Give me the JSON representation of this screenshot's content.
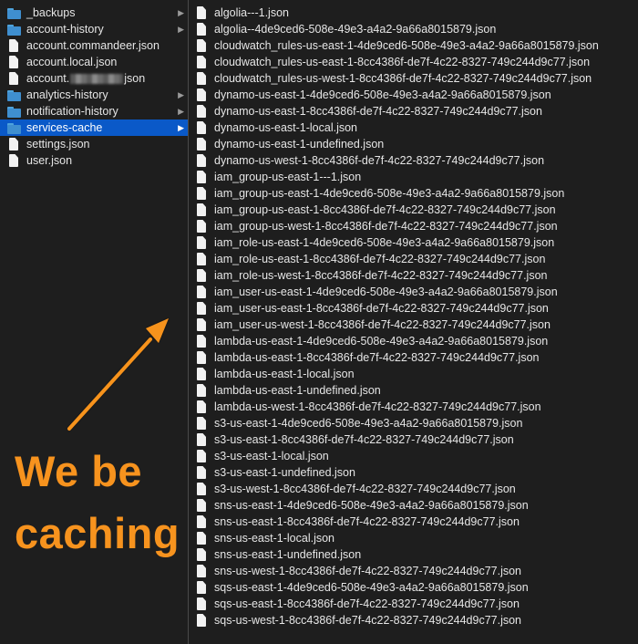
{
  "left_column": [
    {
      "label": "_backups",
      "kind": "folder",
      "chevron": true
    },
    {
      "label": "account-history",
      "kind": "folder",
      "chevron": true
    },
    {
      "label": "account.commandeer.json",
      "kind": "file"
    },
    {
      "label": "account.local.json",
      "kind": "file"
    },
    {
      "label_prefix": "account.",
      "label_suffix": "json",
      "kind": "file",
      "redacted": true
    },
    {
      "label": "analytics-history",
      "kind": "folder",
      "chevron": true
    },
    {
      "label": "notification-history",
      "kind": "folder",
      "chevron": true
    },
    {
      "label": "services-cache",
      "kind": "folder",
      "chevron": true,
      "selected": true
    },
    {
      "label": "settings.json",
      "kind": "file"
    },
    {
      "label": "user.json",
      "kind": "file"
    }
  ],
  "right_column": [
    "algolia---1.json",
    "algolia--4de9ced6-508e-49e3-a4a2-9a66a8015879.json",
    "cloudwatch_rules-us-east-1-4de9ced6-508e-49e3-a4a2-9a66a8015879.json",
    "cloudwatch_rules-us-east-1-8cc4386f-de7f-4c22-8327-749c244d9c77.json",
    "cloudwatch_rules-us-west-1-8cc4386f-de7f-4c22-8327-749c244d9c77.json",
    "dynamo-us-east-1-4de9ced6-508e-49e3-a4a2-9a66a8015879.json",
    "dynamo-us-east-1-8cc4386f-de7f-4c22-8327-749c244d9c77.json",
    "dynamo-us-east-1-local.json",
    "dynamo-us-east-1-undefined.json",
    "dynamo-us-west-1-8cc4386f-de7f-4c22-8327-749c244d9c77.json",
    "iam_group-us-east-1---1.json",
    "iam_group-us-east-1-4de9ced6-508e-49e3-a4a2-9a66a8015879.json",
    "iam_group-us-east-1-8cc4386f-de7f-4c22-8327-749c244d9c77.json",
    "iam_group-us-west-1-8cc4386f-de7f-4c22-8327-749c244d9c77.json",
    "iam_role-us-east-1-4de9ced6-508e-49e3-a4a2-9a66a8015879.json",
    "iam_role-us-east-1-8cc4386f-de7f-4c22-8327-749c244d9c77.json",
    "iam_role-us-west-1-8cc4386f-de7f-4c22-8327-749c244d9c77.json",
    "iam_user-us-east-1-4de9ced6-508e-49e3-a4a2-9a66a8015879.json",
    "iam_user-us-east-1-8cc4386f-de7f-4c22-8327-749c244d9c77.json",
    "iam_user-us-west-1-8cc4386f-de7f-4c22-8327-749c244d9c77.json",
    "lambda-us-east-1-4de9ced6-508e-49e3-a4a2-9a66a8015879.json",
    "lambda-us-east-1-8cc4386f-de7f-4c22-8327-749c244d9c77.json",
    "lambda-us-east-1-local.json",
    "lambda-us-east-1-undefined.json",
    "lambda-us-west-1-8cc4386f-de7f-4c22-8327-749c244d9c77.json",
    "s3-us-east-1-4de9ced6-508e-49e3-a4a2-9a66a8015879.json",
    "s3-us-east-1-8cc4386f-de7f-4c22-8327-749c244d9c77.json",
    "s3-us-east-1-local.json",
    "s3-us-east-1-undefined.json",
    "s3-us-west-1-8cc4386f-de7f-4c22-8327-749c244d9c77.json",
    "sns-us-east-1-4de9ced6-508e-49e3-a4a2-9a66a8015879.json",
    "sns-us-east-1-8cc4386f-de7f-4c22-8327-749c244d9c77.json",
    "sns-us-east-1-local.json",
    "sns-us-east-1-undefined.json",
    "sns-us-west-1-8cc4386f-de7f-4c22-8327-749c244d9c77.json",
    "sqs-us-east-1-4de9ced6-508e-49e3-a4a2-9a66a8015879.json",
    "sqs-us-east-1-8cc4386f-de7f-4c22-8327-749c244d9c77.json",
    "sqs-us-west-1-8cc4386f-de7f-4c22-8327-749c244d9c77.json"
  ],
  "annotation": {
    "line1": "We be",
    "line2": "caching",
    "color": "#f7931e"
  },
  "colors": {
    "background": "#1e1e1e",
    "selection": "#0a59c8",
    "folder": "#3f8fd0",
    "text": "#e6e6e6"
  }
}
